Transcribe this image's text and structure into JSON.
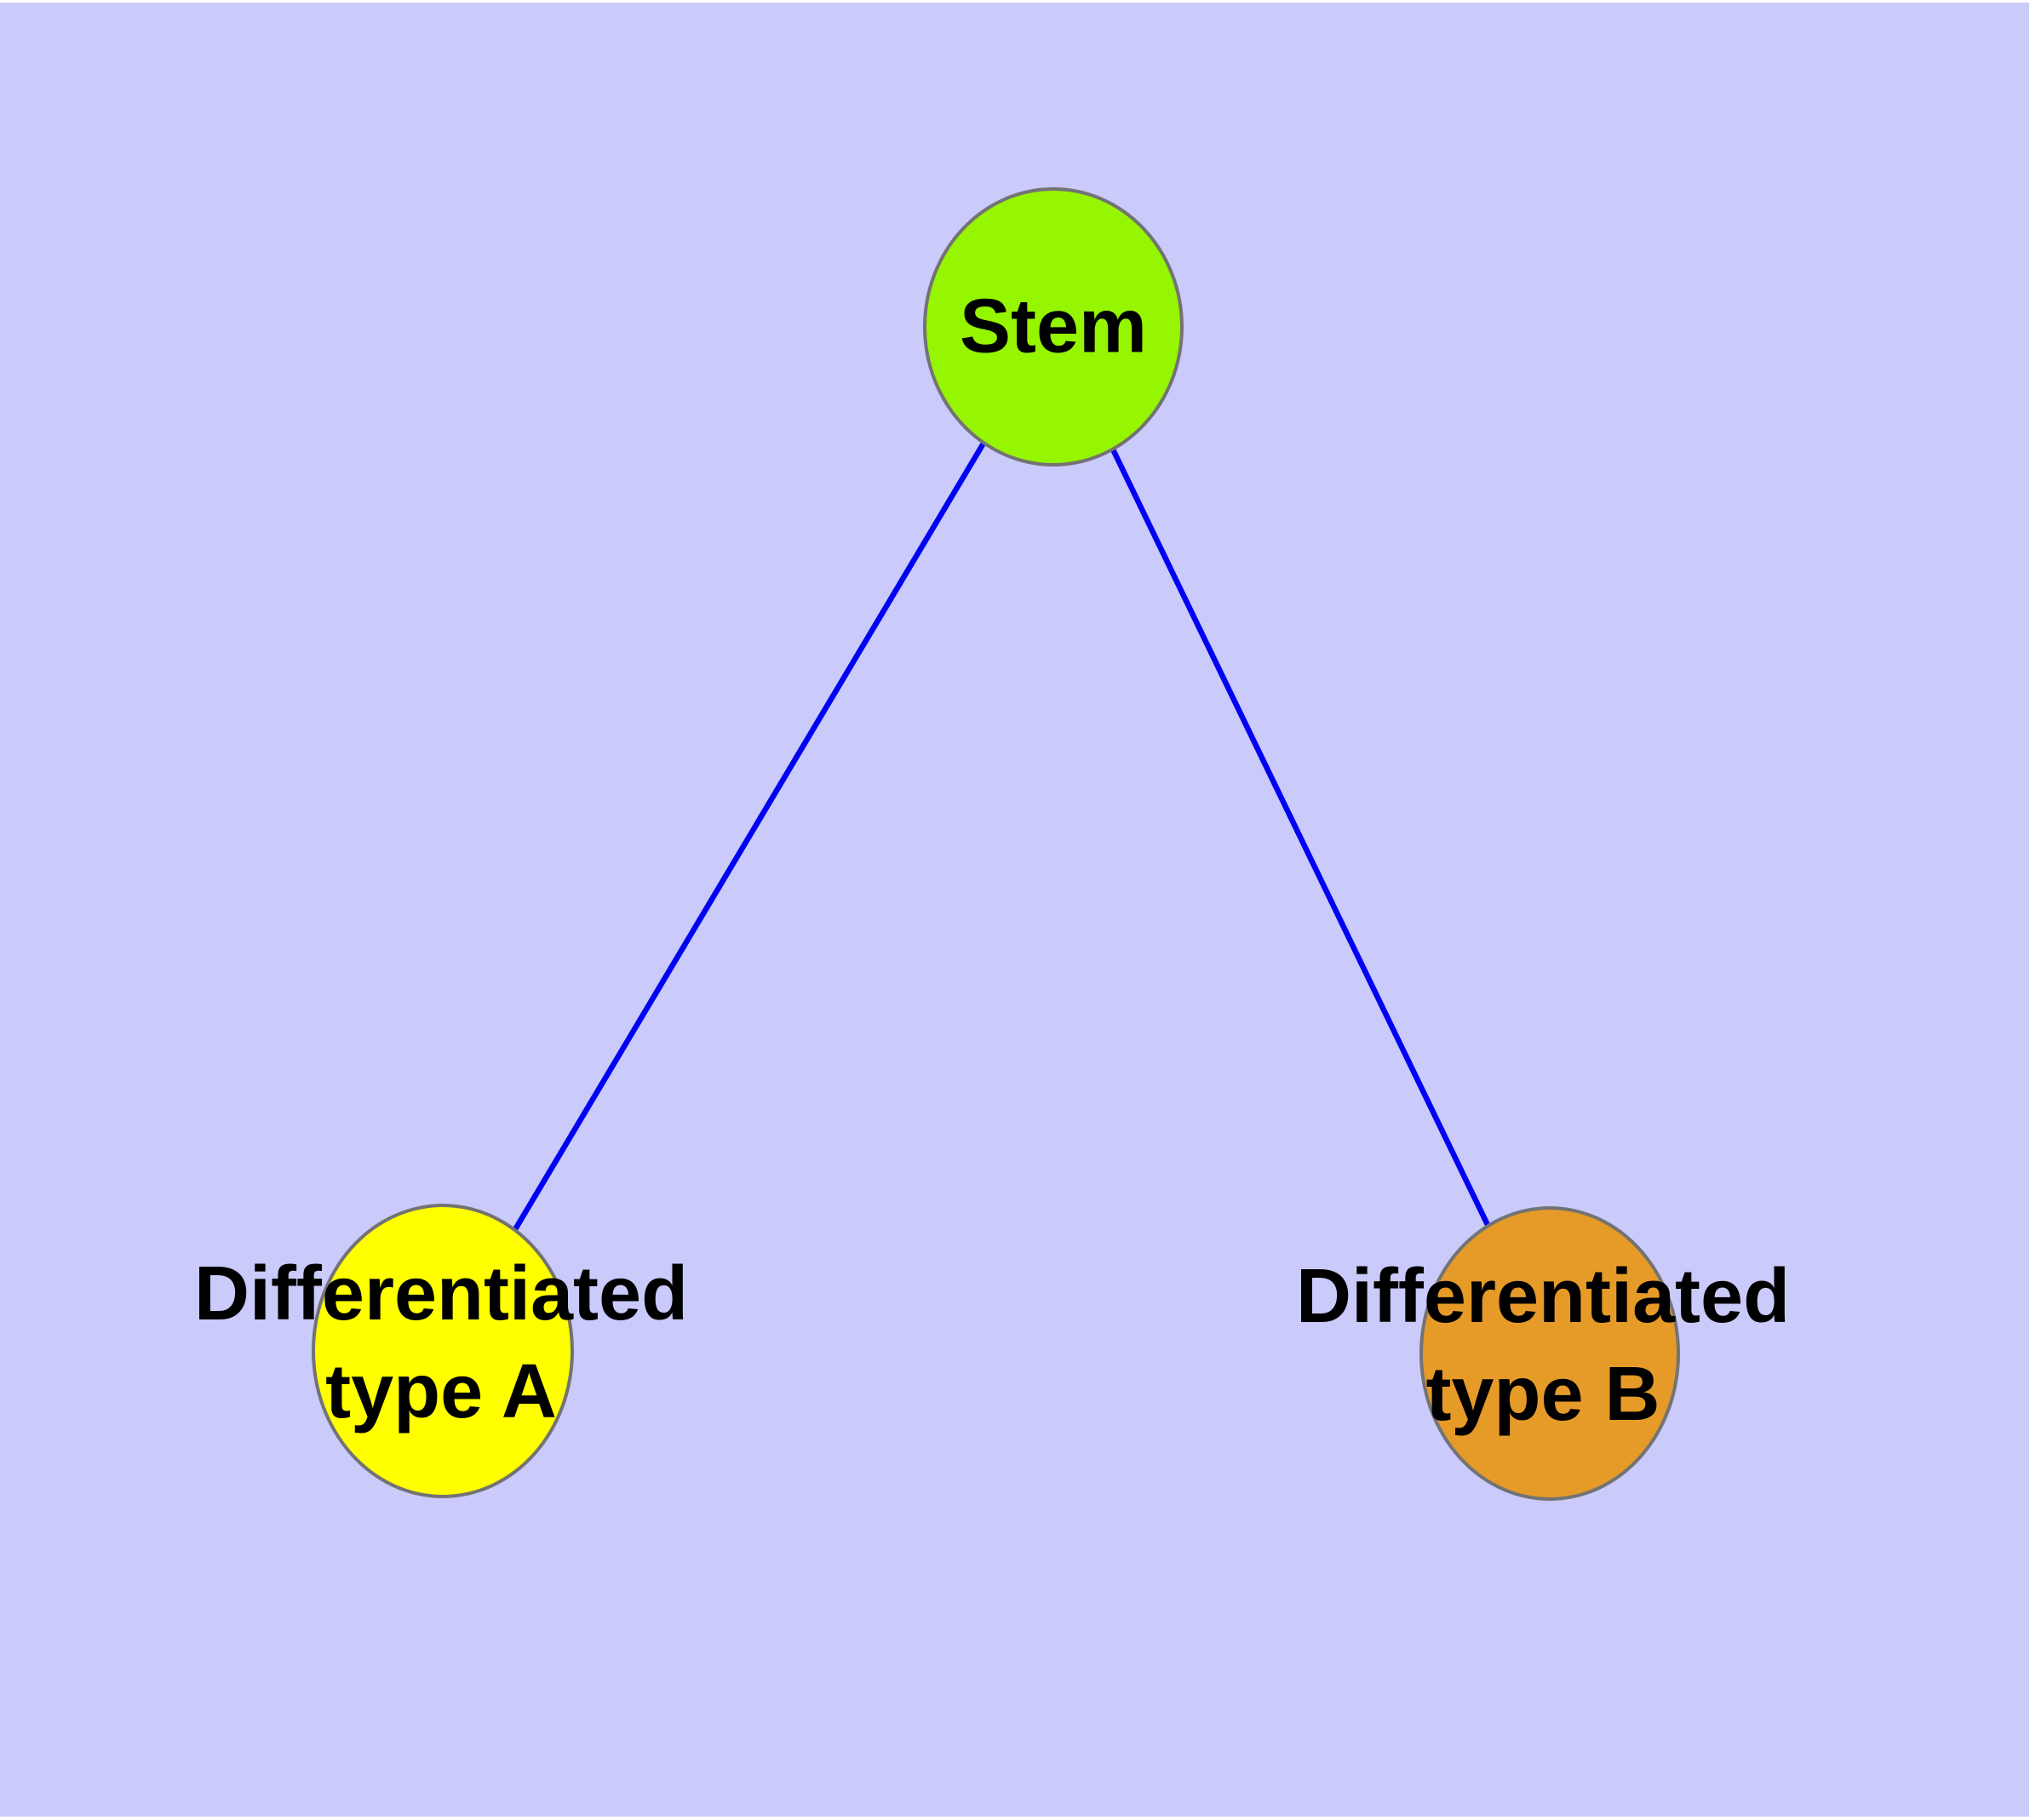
{
  "figure": {
    "device_background": "#FFFFFF",
    "panel_background": "#CACAFB",
    "text_color": "#000000",
    "node_border_color": "#737373",
    "edge_color": "#0000F5"
  },
  "graph": {
    "title": "",
    "nodes": [
      {
        "id": "stem",
        "label": "Stem",
        "label_lines": [
          "Stem"
        ],
        "fill": "#96F500",
        "border": "#737373"
      },
      {
        "id": "type-a",
        "label": "Differentiated type A",
        "label_lines": [
          "Differentiated",
          "type A"
        ],
        "fill": "#FFFF00",
        "border": "#737373"
      },
      {
        "id": "type-b",
        "label": "Differentiated type B",
        "label_lines": [
          "Differentiated",
          "type B"
        ],
        "fill": "#E69A28",
        "border": "#737373"
      }
    ],
    "edges": [
      {
        "from": "Stem",
        "to": "Differentiated type A",
        "color": "#0000F5"
      },
      {
        "from": "Stem",
        "to": "Differentiated type B",
        "color": "#0000F5"
      }
    ]
  }
}
